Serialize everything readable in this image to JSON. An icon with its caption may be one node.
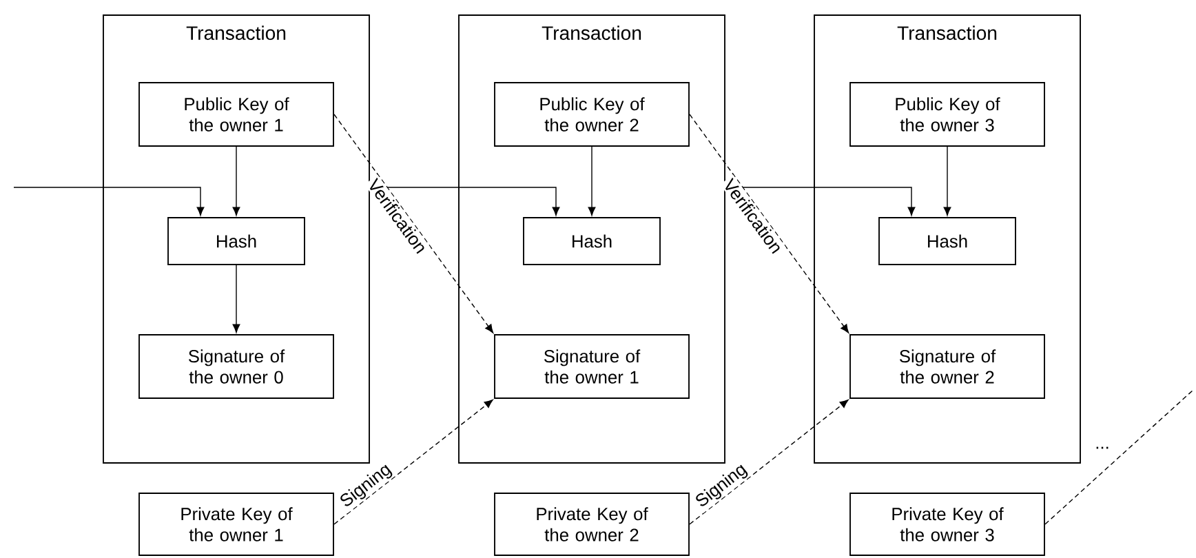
{
  "diagram": {
    "nodes": [
      {
        "text": [
          "Transaction"
        ]
      },
      {
        "text": [
          "Public Key of the owner 1"
        ],
        "in": 0
      },
      {
        "text": [
          "Hash"
        ],
        "in": 0
      },
      {
        "text": [
          "Signature of the owner 0"
        ],
        "in": 0
      },
      {
        "text": [
          "Transaction"
        ]
      },
      {
        "text": [
          "Public Key of the owner 2"
        ],
        "in": 4
      },
      {
        "text": [
          "Hash"
        ],
        "in": 4
      },
      {
        "text": [
          "Signature of the owner 1"
        ],
        "in": 4
      },
      {
        "text": [
          "Transaction"
        ]
      },
      {
        "text": [
          "Public Key of the owner 3"
        ],
        "in": 8
      },
      {
        "text": [
          "Hash"
        ],
        "in": 8
      },
      {
        "text": [
          "Signature of the owner 2"
        ],
        "in": 8
      },
      {
        "text": [
          "Private Key of the owner 1"
        ]
      },
      {
        "text": [
          "Private Key of the owner 2"
        ]
      },
      {
        "text": [
          "Private Key of the owner 3"
        ]
      }
    ],
    "edges": [
      {
        "from": null,
        "to": 2,
        "arrow": "to"
      },
      {
        "from": 1,
        "to": 2,
        "arrow": "to"
      },
      {
        "from": 2,
        "to": 3,
        "arrow": "to"
      },
      {
        "from": 0,
        "to": 6,
        "arrow": "to"
      },
      {
        "from": 5,
        "to": 6,
        "arrow": "to"
      },
      {
        "from": 1,
        "to": 7,
        "arrow": "to",
        "label": "Verification",
        "style": "dashed"
      },
      {
        "from": 12,
        "to": 7,
        "arrow": "to",
        "label": "Signing",
        "style": "dashed"
      },
      {
        "from": 4,
        "to": 10,
        "arrow": "to"
      },
      {
        "from": 9,
        "to": 10,
        "arrow": "to"
      },
      {
        "from": 5,
        "to": 11,
        "arrow": "to",
        "label": "Verification",
        "style": "dashed"
      },
      {
        "from": 13,
        "to": 11,
        "arrow": "to",
        "label": "Signing",
        "style": "dashed"
      },
      {
        "from": 14,
        "to": null,
        "arrow": "none",
        "style": "dashed"
      }
    ],
    "labels": [
      "..."
    ]
  }
}
